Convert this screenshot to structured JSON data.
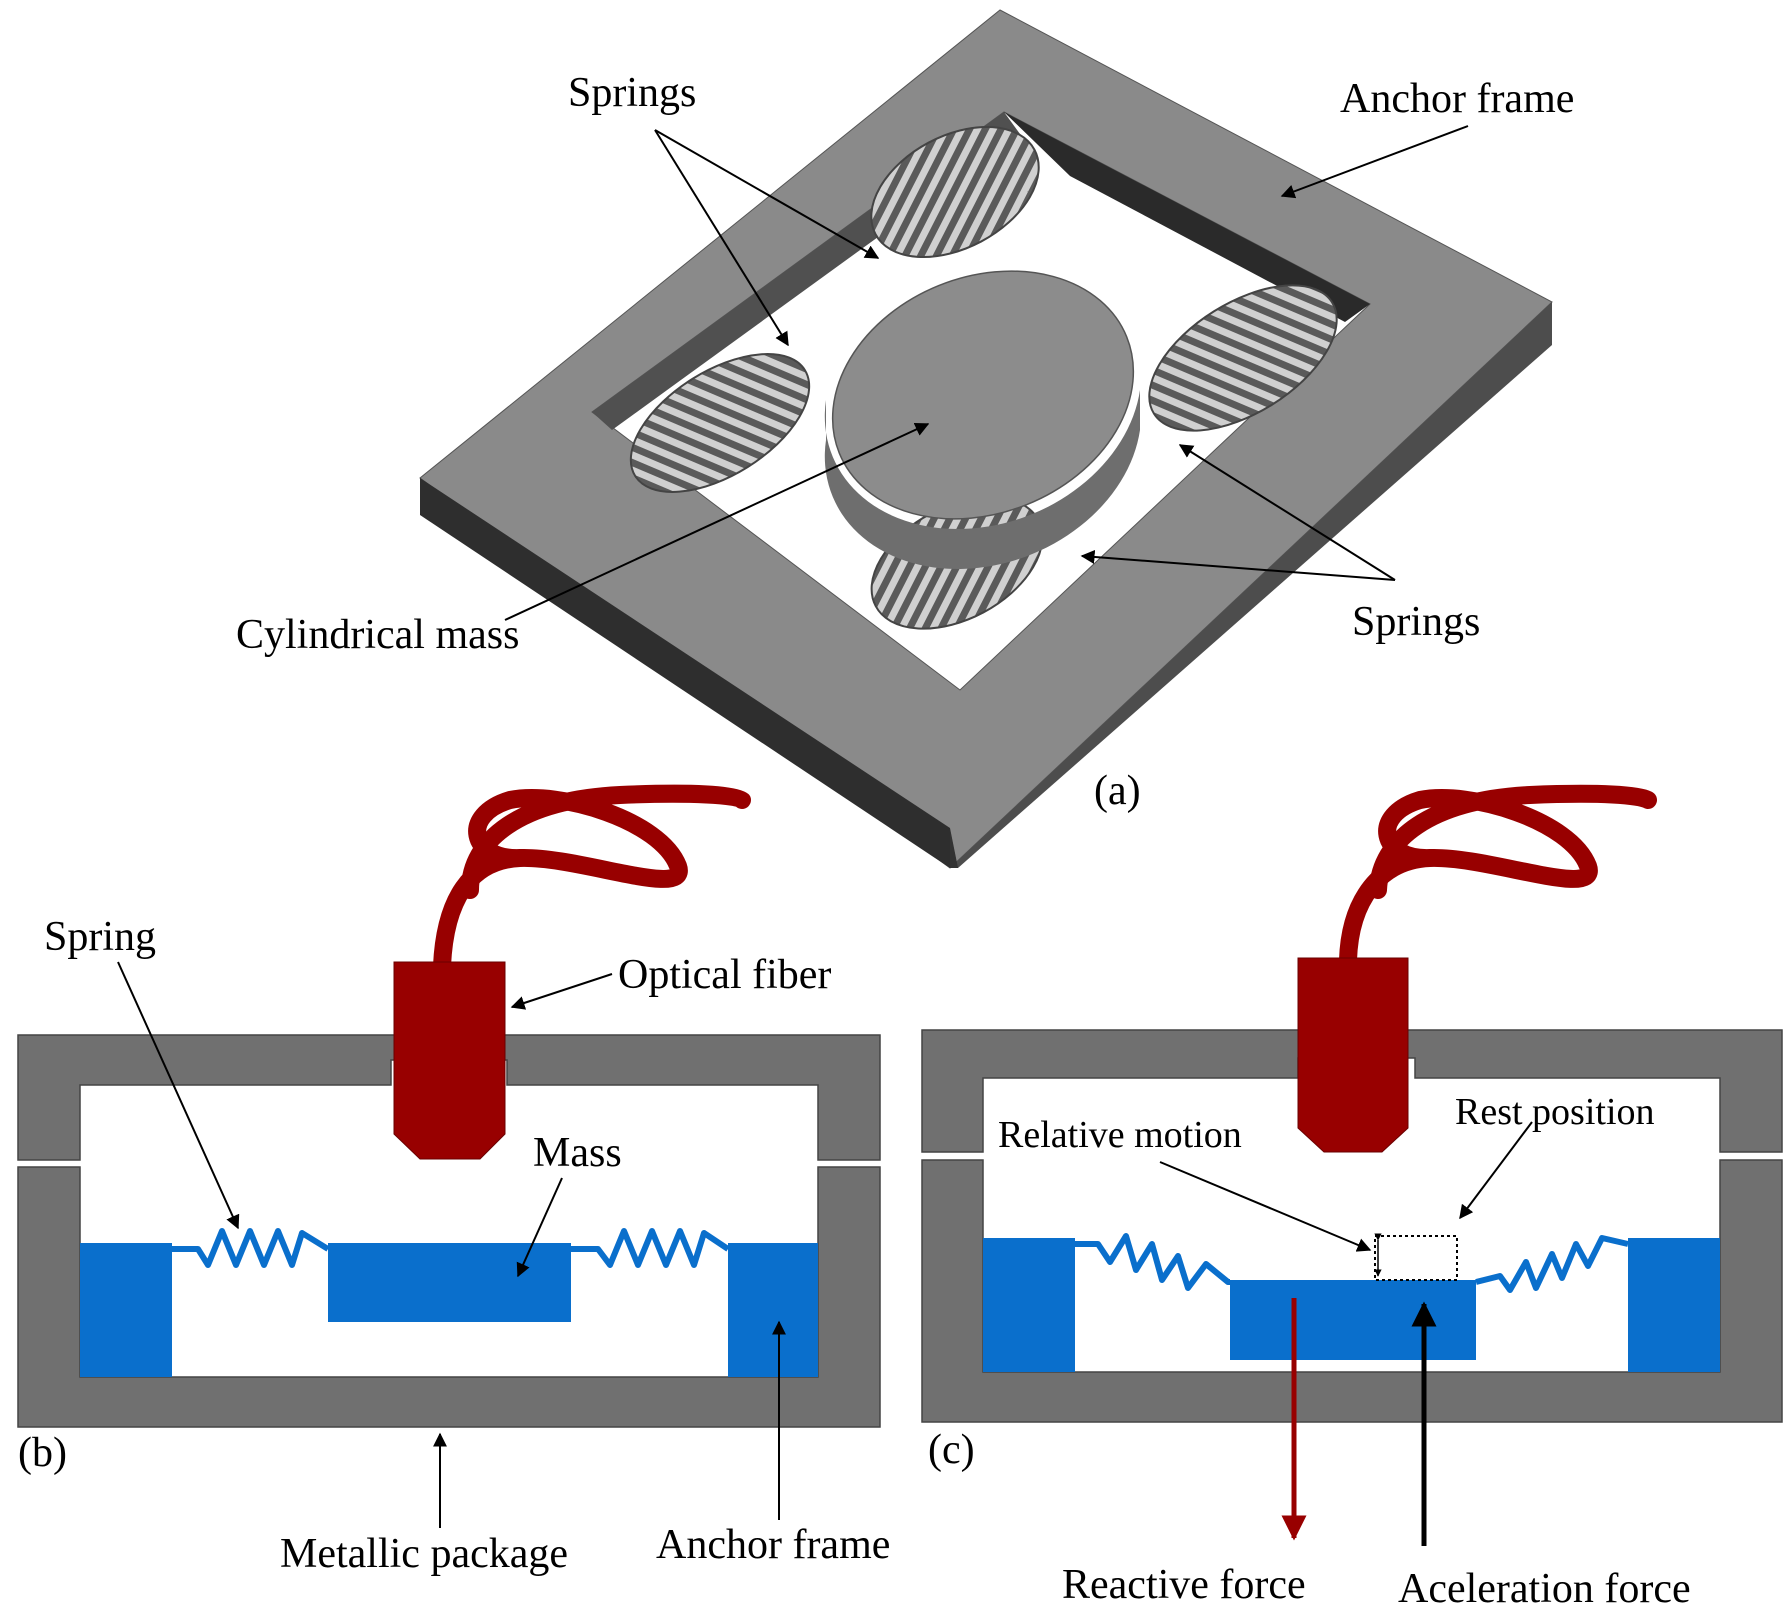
{
  "panels": {
    "a": {
      "caption": "(a)",
      "labels": {
        "springs_top": "Springs",
        "anchor_frame": "Anchor frame",
        "cylindrical_mass": "Cylindrical mass",
        "springs_bottom": "Springs"
      }
    },
    "b": {
      "caption": "(b)",
      "labels": {
        "spring": "Spring",
        "optical_fiber": "Optical fiber",
        "mass": "Mass",
        "metallic_package": "Metallic package",
        "anchor_frame": "Anchor frame"
      }
    },
    "c": {
      "caption": "(c)",
      "labels": {
        "relative_motion": "Relative motion",
        "rest_position": "Rest position",
        "reactive_force": "Reactive force",
        "acceleration_force": "Aceleration force"
      }
    }
  },
  "colors": {
    "frame_gray": "#707070",
    "frame_light": "#8c8c8c",
    "frame_dark": "#3a3a3a",
    "mass_blue": "#0a6fcc",
    "fiber_red": "#980000",
    "arrow_black": "#000000",
    "arrow_red": "#980000"
  }
}
